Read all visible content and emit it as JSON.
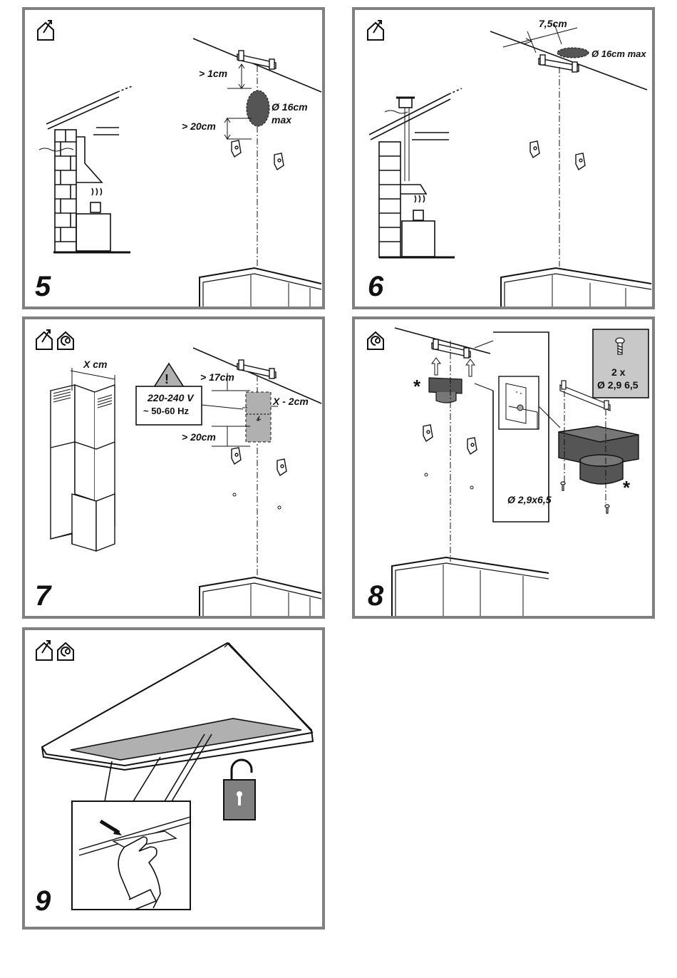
{
  "panels": [
    {
      "step": "5",
      "labels": {
        "gap_top": "> 1cm",
        "duct_dia": "Ø 16cm",
        "duct_max": "max",
        "gap_bracket": "> 20cm"
      }
    },
    {
      "step": "6",
      "labels": {
        "offset": "7,5cm",
        "duct_dia": "Ø 16cm max"
      }
    },
    {
      "step": "7",
      "labels": {
        "width": "X cm",
        "gap_top": "> 17cm",
        "warning_mark": "!",
        "voltage": "220-240 V",
        "frequency": "~ 50-60 Hz",
        "socket_width": "X - 2cm",
        "gap_bracket": "> 20cm"
      }
    },
    {
      "step": "8",
      "labels": {
        "screw_qty": "2 x",
        "screw_spec": "Ø 2,9 6,5",
        "screw_size": "Ø 2,9x6,5",
        "asterisk_1": "*",
        "asterisk_2": "*"
      }
    },
    {
      "step": "9"
    }
  ],
  "icons": [
    "house-vent-icon",
    "recirculation-icon",
    "padlock-open-icon",
    "screw-icon",
    "warning-triangle-icon"
  ],
  "colors": {
    "border": "#808080",
    "shade": "#b0b0b0",
    "dark_shade": "#555555",
    "ink": "#111111"
  }
}
